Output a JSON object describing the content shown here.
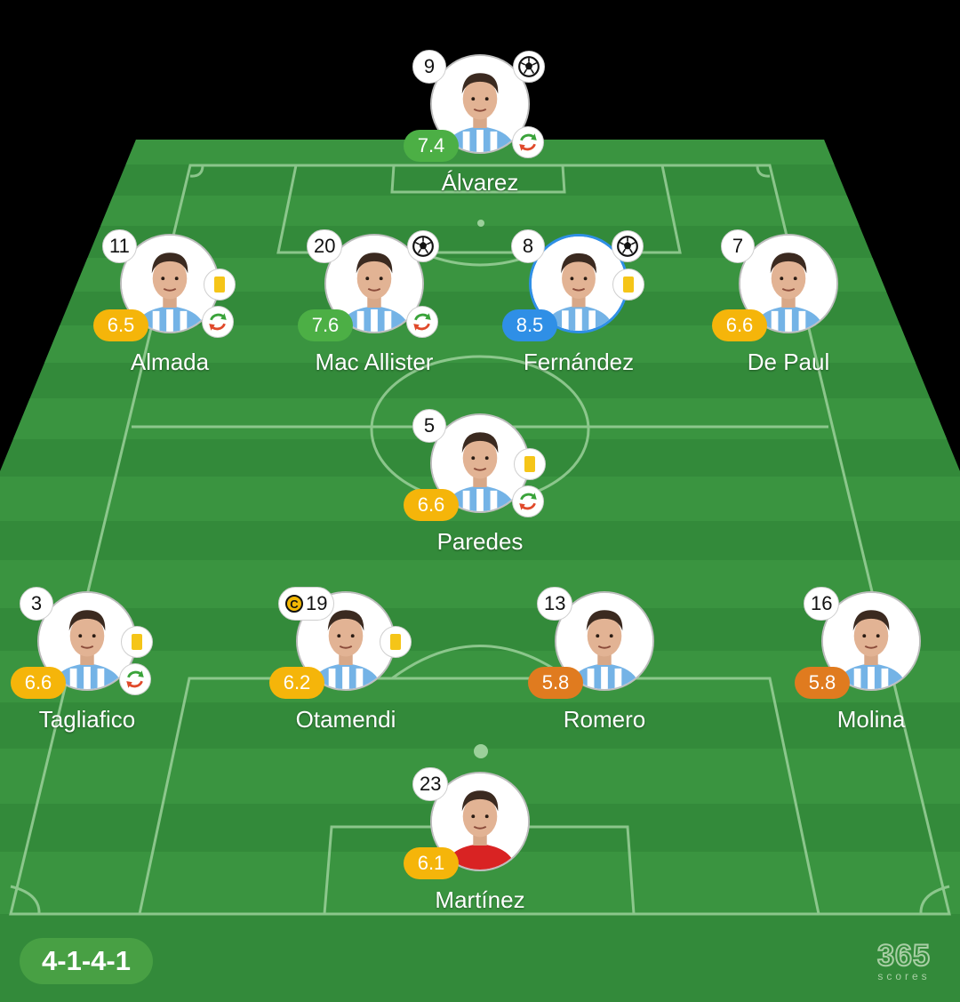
{
  "colors": {
    "rating_green": "#4caf45",
    "rating_yellow": "#f5b50a",
    "rating_orange": "#e07b1f",
    "rating_blue": "#2f8fe6",
    "jersey_home": "#74b3e6",
    "jersey_keeper": "#d92323"
  },
  "formation": "4-1-4-1",
  "logo": {
    "number": "365",
    "word": "scores"
  },
  "players": [
    {
      "id": "alvarez",
      "number": "9",
      "name": "Álvarez",
      "rating": "7.4",
      "rating_color": "rating_green",
      "goal": true,
      "yellow_card": false,
      "substituted": true,
      "captain": false,
      "highlight": false,
      "jersey": "jersey_home"
    },
    {
      "id": "almada",
      "number": "11",
      "name": "Almada",
      "rating": "6.5",
      "rating_color": "rating_yellow",
      "goal": false,
      "yellow_card": true,
      "substituted": true,
      "captain": false,
      "highlight": false,
      "jersey": "jersey_home"
    },
    {
      "id": "macallister",
      "number": "20",
      "name": "Mac Allister",
      "rating": "7.6",
      "rating_color": "rating_green",
      "goal": true,
      "yellow_card": false,
      "substituted": true,
      "captain": false,
      "highlight": false,
      "jersey": "jersey_home"
    },
    {
      "id": "fernandez",
      "number": "8",
      "name": "Fernández",
      "rating": "8.5",
      "rating_color": "rating_blue",
      "goal": true,
      "yellow_card": true,
      "substituted": false,
      "captain": false,
      "highlight": true,
      "jersey": "jersey_home"
    },
    {
      "id": "depaul",
      "number": "7",
      "name": "De Paul",
      "rating": "6.6",
      "rating_color": "rating_yellow",
      "goal": false,
      "yellow_card": false,
      "substituted": false,
      "captain": false,
      "highlight": false,
      "jersey": "jersey_home"
    },
    {
      "id": "paredes",
      "number": "5",
      "name": "Paredes",
      "rating": "6.6",
      "rating_color": "rating_yellow",
      "goal": false,
      "yellow_card": true,
      "substituted": true,
      "captain": false,
      "highlight": false,
      "jersey": "jersey_home"
    },
    {
      "id": "tagliafico",
      "number": "3",
      "name": "Tagliafico",
      "rating": "6.6",
      "rating_color": "rating_yellow",
      "goal": false,
      "yellow_card": true,
      "substituted": true,
      "captain": false,
      "highlight": false,
      "jersey": "jersey_home"
    },
    {
      "id": "otamendi",
      "number": "19",
      "name": "Otamendi",
      "rating": "6.2",
      "rating_color": "rating_yellow",
      "goal": false,
      "yellow_card": true,
      "substituted": false,
      "captain": true,
      "highlight": false,
      "jersey": "jersey_home"
    },
    {
      "id": "romero",
      "number": "13",
      "name": "Romero",
      "rating": "5.8",
      "rating_color": "rating_orange",
      "goal": false,
      "yellow_card": false,
      "substituted": false,
      "captain": false,
      "highlight": false,
      "jersey": "jersey_home"
    },
    {
      "id": "molina",
      "number": "16",
      "name": "Molina",
      "rating": "5.8",
      "rating_color": "rating_orange",
      "goal": false,
      "yellow_card": false,
      "substituted": false,
      "captain": false,
      "highlight": false,
      "jersey": "jersey_home"
    },
    {
      "id": "martinez",
      "number": "23",
      "name": "Martínez",
      "rating": "6.1",
      "rating_color": "rating_yellow",
      "goal": false,
      "yellow_card": false,
      "substituted": false,
      "captain": false,
      "highlight": false,
      "jersey": "jersey_keeper"
    }
  ]
}
